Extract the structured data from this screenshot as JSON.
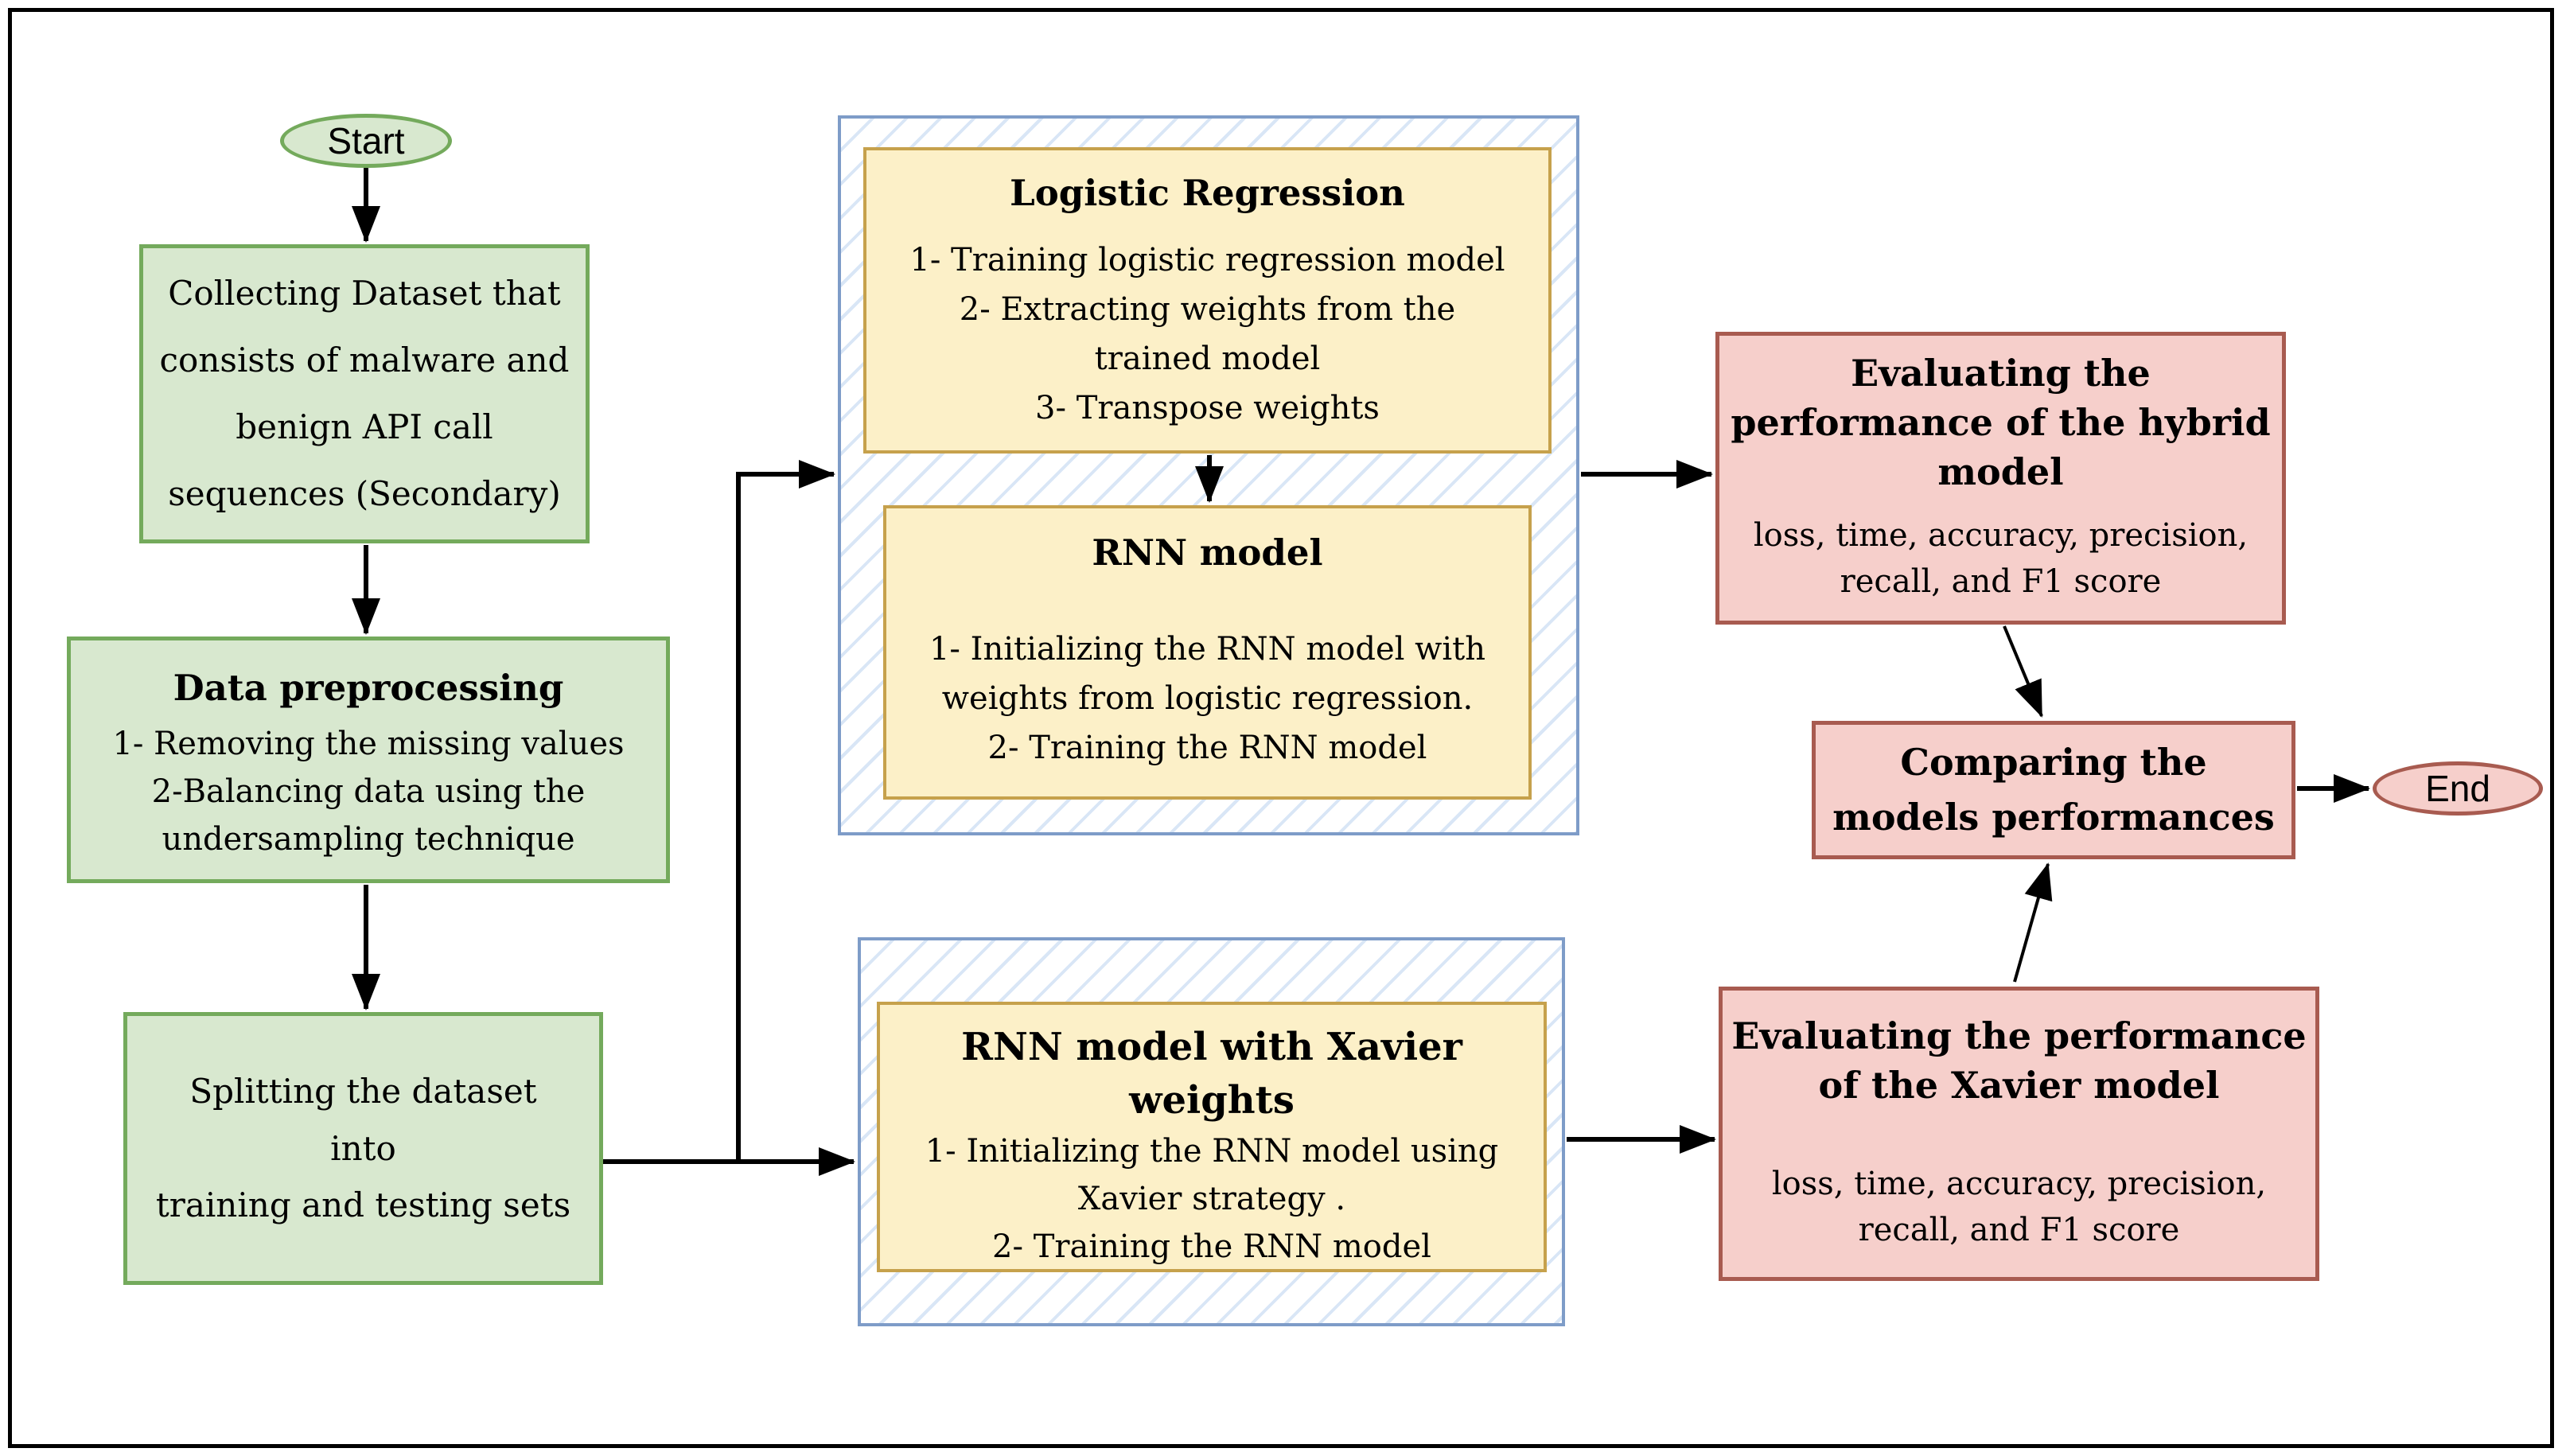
{
  "nodes": {
    "start": {
      "label": "Start"
    },
    "collecting": {
      "text": "Collecting Dataset that\nconsists of malware and\nbenign API call\nsequences (Secondary)"
    },
    "preprocessing": {
      "title": "Data preprocessing",
      "body": "1- Removing the missing values\n2-Balancing data using the\nundersampling technique"
    },
    "splitting": {
      "text": "Splitting the dataset\ninto\ntraining and testing sets"
    },
    "logistic_regression": {
      "title": "Logistic Regression",
      "body": "1- Training logistic regression model\n2- Extracting weights from the\ntrained model\n3- Transpose weights"
    },
    "rnn": {
      "title": "RNN model",
      "body": "1- Initializing the RNN model with\nweights from logistic regression.\n2- Training the RNN model"
    },
    "rnn_xavier": {
      "title": "RNN model with Xavier weights",
      "body": "1- Initializing the RNN model using\nXavier strategy .\n2- Training the RNN model"
    },
    "eval_hybrid": {
      "title": "Evaluating the\nperformance of the hybrid\nmodel",
      "body": "loss, time, accuracy, precision,\nrecall, and F1 score"
    },
    "eval_xavier": {
      "title": "Evaluating the performance\nof the Xavier model",
      "body": "loss, time, accuracy, precision,\nrecall, and F1 score"
    },
    "comparing": {
      "text": "Comparing the\nmodels performances"
    },
    "end": {
      "label": "End"
    }
  },
  "colors": {
    "green_fill": "#d8e8cf",
    "green_border": "#74aa5c",
    "yellow_fill": "#fcf0c8",
    "yellow_border": "#c6a14c",
    "red_fill": "#f6cfcb",
    "red_border": "#a85b50",
    "container_border": "#7e9cc8",
    "hatch_stripe": "#d9e6f6",
    "arrow": "#000000"
  }
}
